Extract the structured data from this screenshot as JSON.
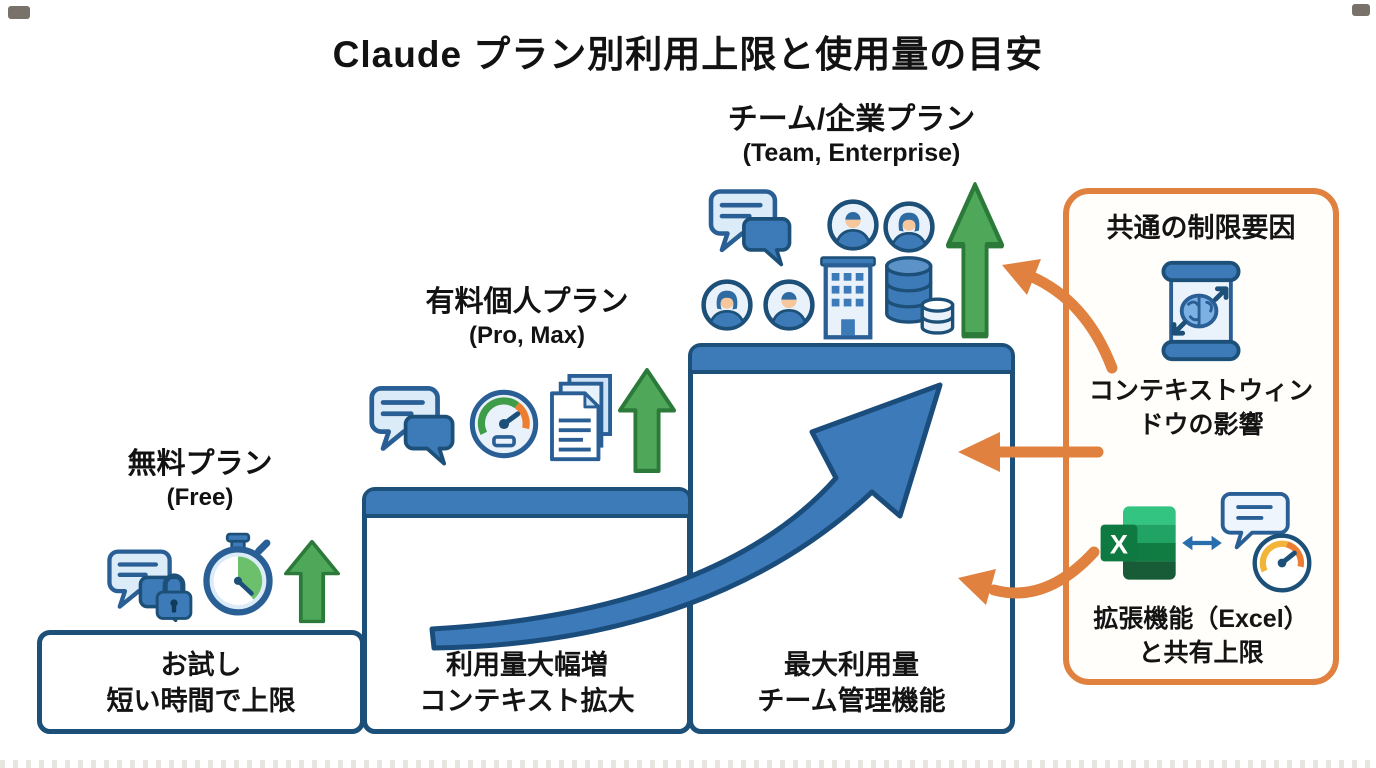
{
  "title": "Claude プラン別利用上限と使用量の目安",
  "plans": [
    {
      "name": "無料プラン",
      "subtitle": "(Free)",
      "feature_line1": "お試し",
      "feature_line2": "短い時間で上限"
    },
    {
      "name": "有料個人プラン",
      "subtitle": "(Pro, Max)",
      "feature_line1": "利用量大幅増",
      "feature_line2": "コンテキスト拡大"
    },
    {
      "name": "チーム/企業プラン",
      "subtitle": "(Team, Enterprise)",
      "feature_line1": "最大利用量",
      "feature_line2": "チーム管理機能"
    }
  ],
  "sidebar": {
    "title": "共通の制限要因",
    "item1_label": "コンテキストウィンドウの影響",
    "item2_label_line1": "拡張機能（Excel）",
    "item2_label_line2": "と共有上限",
    "excel_letter": "X"
  },
  "icons": {
    "chat": "speech-bubbles-icon",
    "lock": "padlock-icon",
    "stopwatch": "stopwatch-icon",
    "gauge": "speedometer-icon",
    "documents": "document-stack-icon",
    "up_arrow": "green-up-arrow-icon",
    "avatar": "user-avatar-icon",
    "building": "office-building-icon",
    "database": "database-stack-icon",
    "scroll_brain": "context-window-scroll-icon",
    "excel": "excel-logo-icon",
    "sync": "double-arrow-icon",
    "growth_arrow": "usage-growth-arrow",
    "pointer_arrow": "orange-pointer-arrow"
  },
  "colors": {
    "primary_blue": "#3d7ab8",
    "dark_blue": "#1d5078",
    "light_blue": "#dcebf8",
    "green": "#4fa85a",
    "dark_green": "#2b7a3a",
    "orange": "#e0813f",
    "excel_green": "#107c41",
    "text": "#141414"
  }
}
